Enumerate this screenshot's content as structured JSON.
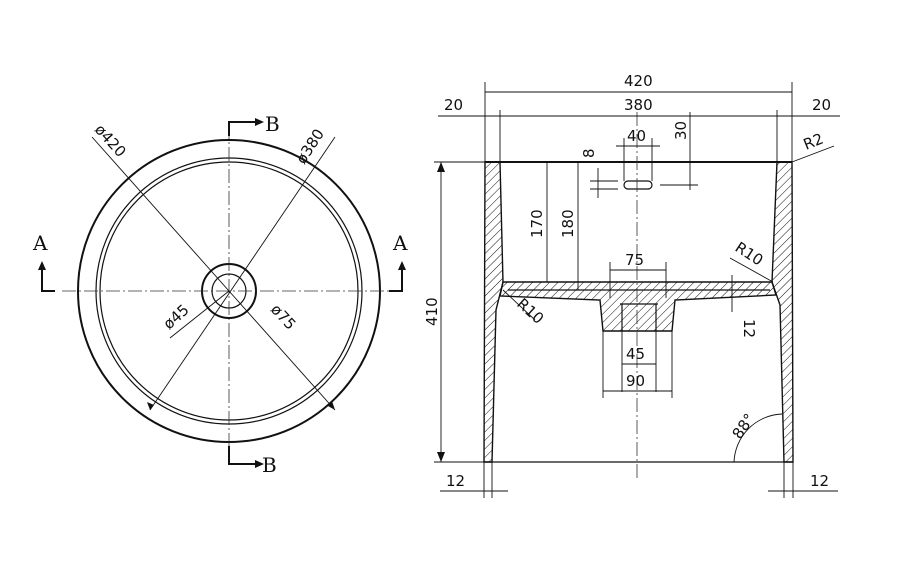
{
  "top_view": {
    "section_b": "B",
    "section_a": "A",
    "dia_outer": "ø420",
    "dia_inner": "ø380",
    "dia_drain": "ø45",
    "dia_ring": "ø75"
  },
  "side_view": {
    "dim_overall_width": "420",
    "dim_inner_width": "380",
    "dim_left_wall": "20",
    "dim_right_wall": "20",
    "dim_overflow_width": "40",
    "dim_overflow_depth": "30",
    "dim_overflow_height": "8",
    "dim_radius_rim": "R2",
    "dim_depth_170": "170",
    "dim_depth_180": "180",
    "dim_drain_75": "75",
    "dim_radius_right": "R10",
    "dim_radius_left": "R10",
    "dim_bottom_thickness": "12",
    "dim_drain_45": "45",
    "dim_drain_90": "90",
    "dim_height": "410",
    "dim_angle": "88°",
    "dim_base_left": "12",
    "dim_base_right": "12"
  }
}
